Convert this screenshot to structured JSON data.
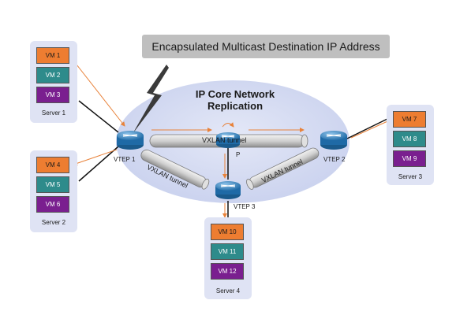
{
  "banner": "Encapsulated Multicast Destination IP Address",
  "core": {
    "line1": "IP Core Network",
    "line2": "Replication"
  },
  "tunnels": {
    "main": "VXLAN tunnel",
    "left": "VXLAN tunnel",
    "right": "VXLAN tunnel"
  },
  "nodes": {
    "vtep1": "VTEP 1",
    "vtep2": "VTEP 2",
    "vtep3": "VTEP 3",
    "p": "P"
  },
  "servers": [
    {
      "label": "Server 1",
      "vms": [
        "VM 1",
        "VM 2",
        "VM 3"
      ]
    },
    {
      "label": "Server 2",
      "vms": [
        "VM 4",
        "VM 5",
        "VM 6"
      ]
    },
    {
      "label": "Server 3",
      "vms": [
        "VM 7",
        "VM 8",
        "VM 9"
      ]
    },
    {
      "label": "Server 4",
      "vms": [
        "VM 10",
        "VM 11",
        "VM 12"
      ]
    }
  ],
  "colors": {
    "vm_orange": "#ed7d31",
    "vm_teal": "#2e8b8b",
    "vm_purple": "#7a1f8f",
    "server_bg": "#dfe3f4",
    "core_bg": "#d4daf0",
    "router": "#2a7bb8",
    "arrow": "#e8823a"
  }
}
